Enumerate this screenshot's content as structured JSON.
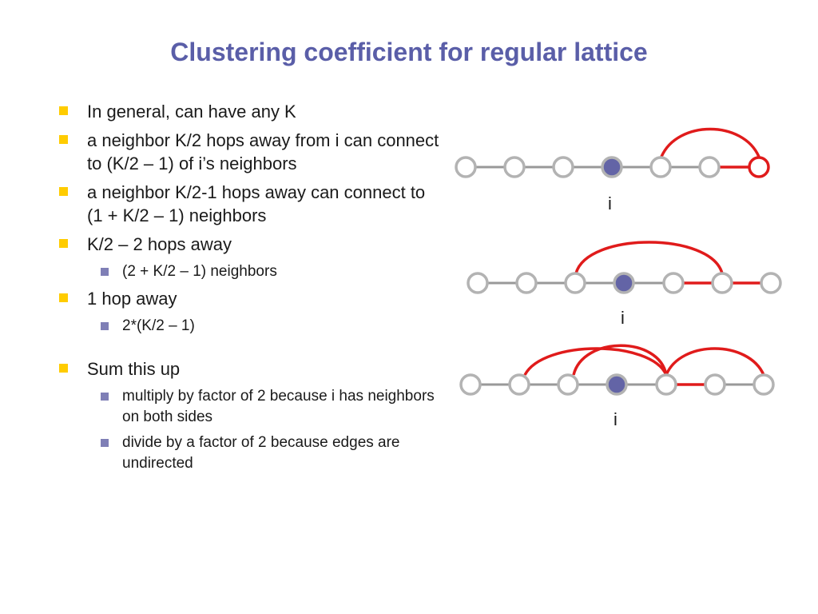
{
  "slide": {
    "title": "Clustering coefficient for regular lattice"
  },
  "bullets": {
    "b1": "In general, can have any K",
    "b2": "a neighbor K/2 hops away from i can connect to (K/2 – 1) of i’s neighbors",
    "b3": "a neighbor K/2-1 hops away can connect to (1 + K/2 – 1) neighbors",
    "b4": "K/2 – 2 hops away",
    "b4_sub": "(2 + K/2 – 1) neighbors",
    "b5": "1 hop away",
    "b5_sub": "2*(K/2 – 1)",
    "b6": "Sum this up",
    "b6_sub1": "multiply by factor of 2 because i has neighbors on both sides",
    "b6_sub2": "divide by a factor of 2 because edges are undirected"
  },
  "diagrams": {
    "node_label": "i",
    "colors": {
      "node_fill_i": "#6364a6",
      "node_stroke": "#b3b3b3",
      "highlight": "#e01b1b",
      "edge": "#999999",
      "bullet_l1": "#ffcc00",
      "bullet_l2": "#7f7fb6",
      "title": "#5a5ea8"
    }
  }
}
